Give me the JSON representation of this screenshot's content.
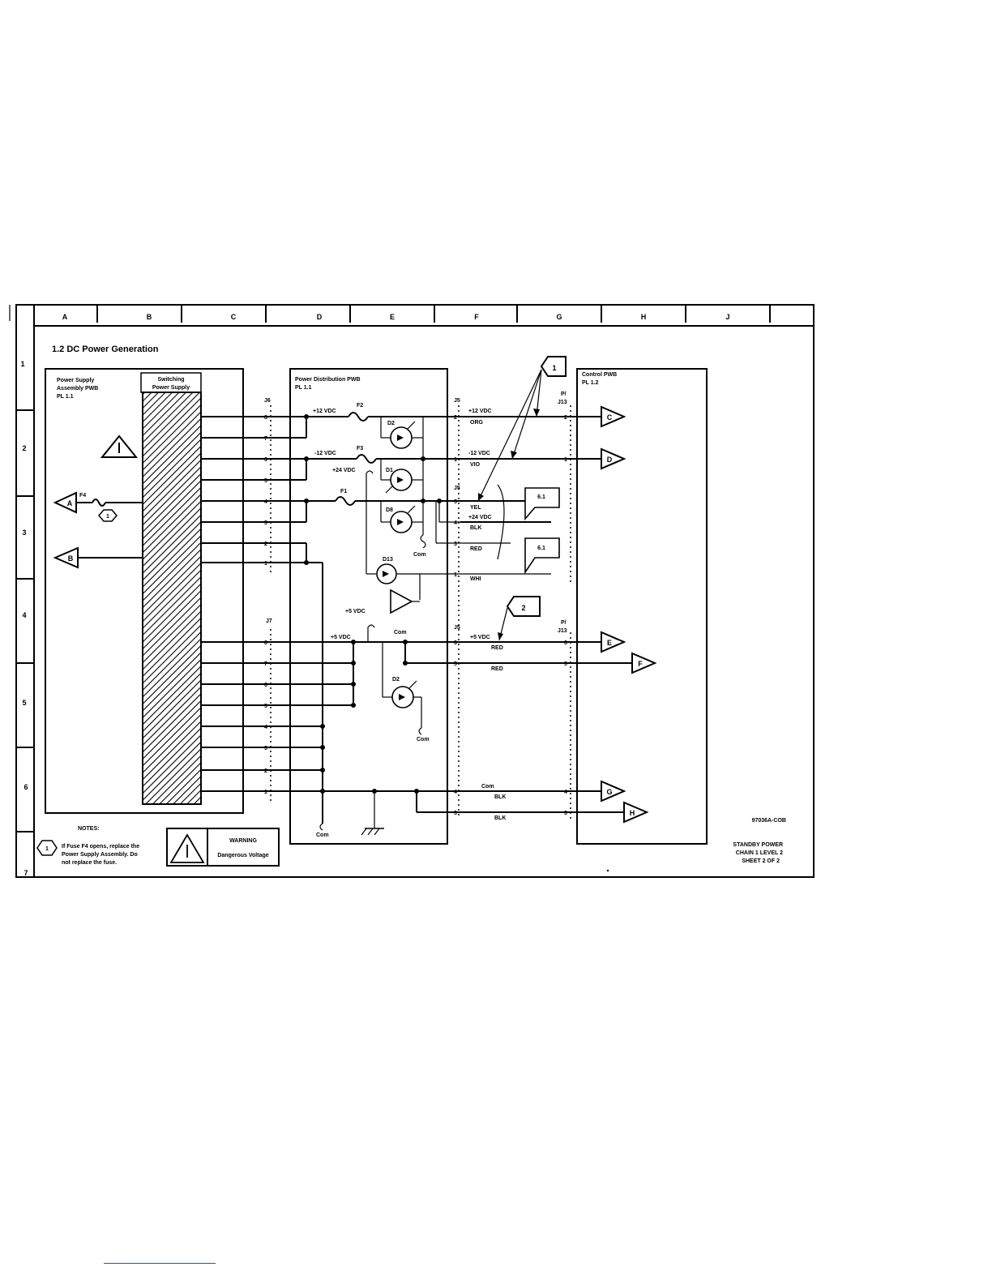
{
  "columns": [
    "A",
    "B",
    "C",
    "D",
    "E",
    "F",
    "G",
    "H",
    "J"
  ],
  "rows": [
    "1",
    "2",
    "3",
    "4",
    "5",
    "6",
    "7"
  ],
  "title": "1.2 DC Power Generation",
  "psu": {
    "name": "Power Supply",
    "name2": "Assembly PWB",
    "ref": "PL 1.1",
    "switching1": "Switching",
    "switching2": "Power Supply",
    "fuse": "F4",
    "fuse_note": "1"
  },
  "pd": {
    "name": "Power Distribution PWB",
    "ref": "PL 1.1",
    "j6": "J6",
    "j7": "J7",
    "j5": "J5",
    "j5b": "J5",
    "j5c": "J5",
    "v12": "+12 VDC",
    "vm12": "-12 VDC",
    "v24": "+24 VDC",
    "v5a": "+5 VDC",
    "v5b": "+5 VDC",
    "f2": "F2",
    "f3": "F3",
    "f1": "F1",
    "d2a": "D2",
    "d1": "D1",
    "d8": "D8",
    "d13": "D13",
    "d2b": "D2",
    "com": "Com"
  },
  "ctrl": {
    "name": "Control PWB",
    "ref": "PL 1.2",
    "p1": "P/",
    "j13": "J13",
    "p2": "P/",
    "j13b": "J13"
  },
  "wires": {
    "v12": "+12 VDC",
    "org": "ORG",
    "vm12": "-12 VDC",
    "vio": "VIO",
    "yel": "YEL",
    "v24": "+24 VDC",
    "blk": "BLK",
    "red1": "RED",
    "wht": "WHI",
    "v5": "+5 VDC",
    "red2": "RED",
    "red3": "RED",
    "com": "Com",
    "blk2": "BLK",
    "blk3": "BLK"
  },
  "j6_pins": [
    "8",
    "7",
    "6",
    "5",
    "4",
    "3",
    "2",
    "1"
  ],
  "j7_pins": [
    "8",
    "7",
    "6",
    "5",
    "4",
    "3",
    "2",
    "1"
  ],
  "j5_pins": [
    "2",
    "1",
    "5",
    "4",
    "3",
    "1"
  ],
  "j5b_pins": [
    "6",
    "5",
    "4",
    "3"
  ],
  "ctrl_pins_top": [
    "2",
    "1"
  ],
  "ctrl_pins_bot": [
    "6",
    "5",
    "4",
    "3"
  ],
  "connectors": [
    "C",
    "D",
    "E",
    "F",
    "G",
    "H",
    "A",
    "B"
  ],
  "callouts": {
    "c1": "1",
    "c2": "2",
    "ref1": "6.1",
    "ref2": "6.1"
  },
  "notes": {
    "label": "NOTES:",
    "num": "1",
    "line1": "If Fuse F4 opens, replace the",
    "line2": "Power Supply Assembly.  Do",
    "line3": "not replace the fuse."
  },
  "warning": {
    "title": "WARNING",
    "text": "Dangerous Voltage"
  },
  "footer": {
    "code": "97036A-COB",
    "l1": "STANDBY POWER",
    "l2": "CHAIN 1 LEVEL 2",
    "l3": "SHEET 2 OF 2"
  },
  "link": {
    "color": "#1a4fd6"
  }
}
